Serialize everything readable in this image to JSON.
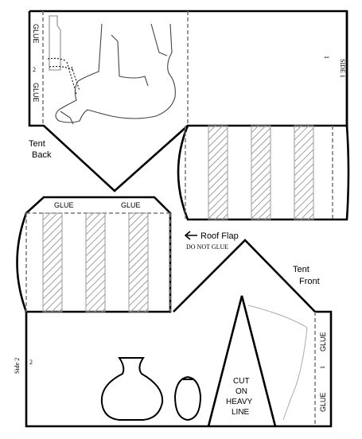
{
  "top_piece": {
    "glue_left_top": "GLUE",
    "glue_left_bottom": "GLUE",
    "number_small": "2",
    "side_label": "SIDE 1",
    "side_number": "1"
  },
  "tent_back_label_1": "Tent",
  "tent_back_label_2": "Back",
  "roof_flap": {
    "glue_1": "GLUE",
    "glue_2": "GLUE",
    "label": "Roof Flap",
    "note": "DO NOT GLUE",
    "arrow_icon": "left-arrow-icon"
  },
  "tent_front": {
    "label_1": "Tent",
    "label_2": "Front",
    "cut_line_1": "CUT",
    "cut_line_2": "ON",
    "cut_line_3": "HEAVY",
    "cut_line_4": "LINE",
    "glue_top": "GLUE",
    "glue_bottom": "GLUE",
    "side_number": "1"
  },
  "bottom_piece": {
    "side_label": "Side 2",
    "side_number": "2"
  },
  "colors": {
    "line": "#000000",
    "hatch": "#9a9a9a",
    "animal_lines": "#444444"
  }
}
